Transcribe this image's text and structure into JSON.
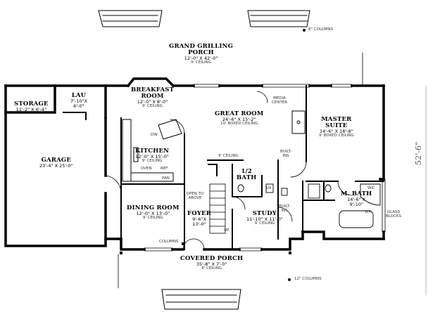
{
  "rooms": {
    "grand_grilling_porch": {
      "name": "GRAND GRILLING",
      "name2": "PORCH",
      "dims": "12'-0\" X 42'-0\"",
      "ceiling": "9' CEILING"
    },
    "storage": {
      "name": "STORAGE",
      "dims": "11'-2\" X 6'-4\""
    },
    "laundry": {
      "name": "LAU",
      "dims": "7'-10\"X",
      "dims2": "6'-0\""
    },
    "breakfast": {
      "name": "BREAKFAST",
      "name2": "ROOM",
      "dims": "12'-0\" X 8'-0\"",
      "ceiling": "9' CEILING"
    },
    "great_room": {
      "name": "GREAT ROOM",
      "dims": "24'-6\" X 15'-2\"",
      "ceiling": "10' BOXED CEILING"
    },
    "master_suite": {
      "name": "MASTER",
      "name2": "SUITE",
      "dims": "14'-6\" X 18'-8\"",
      "ceiling": "9' BOXED CEILING"
    },
    "garage": {
      "name": "GARAGE",
      "dims": "23'-4\" X 25'-0\""
    },
    "kitchen": {
      "name": "KITCHEN",
      "dims": "12'-0\" X 15'-0\"",
      "ceiling": "9' CEILING"
    },
    "half_bath": {
      "name": "1/2",
      "name2": "BATH"
    },
    "master_bath": {
      "name": "M. BATH",
      "dims": "14'-6\" X",
      "dims2": "9'-10\""
    },
    "dining_room": {
      "name": "DINING ROOM",
      "dims": "12'-0\" X 13'-0\"",
      "ceiling": "9' CEILING"
    },
    "foyer": {
      "name": "FOYER",
      "dims": "9'-6\"X",
      "dims2": "13'-0\""
    },
    "study": {
      "name": "STUDY",
      "dims": "11'-10\" X 11'-0\"",
      "ceiling": "9' CEILING"
    },
    "covered_porch": {
      "name": "COVERED PORCH",
      "dims": "35'-8\" X 7'-0\"",
      "ceiling": "8' CEILING"
    }
  },
  "notes": {
    "columns_top": "8\" COLUMNS",
    "columns_bottom": "12\" COLUMNS",
    "columns_mid": "COLUMNS",
    "media_center": "MEDIA CENTER",
    "ceiling_9": "9' CEILING",
    "built_ins_top": "BUILT-INS",
    "built_ins_study": "BUILT-INS",
    "open_to_above": "OPEN TO ABOVE",
    "up": "UP",
    "dw": "DW",
    "oven": "OVEN",
    "ref": "REF",
    "pan": "PAN",
    "ln": "LN",
    "wic": "WIC",
    "glass_blocks": "GLASS BLOCKS",
    "wh": "WH",
    "overall_depth": "52'-6\""
  },
  "colors": {
    "ink": "#000000",
    "paper": "#ffffff",
    "hatch": "#666666"
  }
}
